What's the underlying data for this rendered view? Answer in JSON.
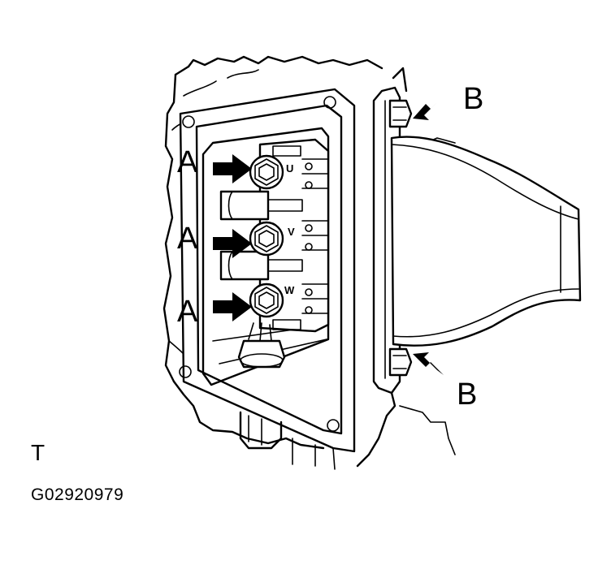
{
  "callouts": {
    "a_top": "A",
    "a_middle": "A",
    "a_bottom": "A",
    "b_top": "B",
    "b_bottom": "B"
  },
  "terminals": {
    "u": "U",
    "v": "V",
    "w": "W"
  },
  "corner_mark": "T",
  "figure_id": "G02920979"
}
